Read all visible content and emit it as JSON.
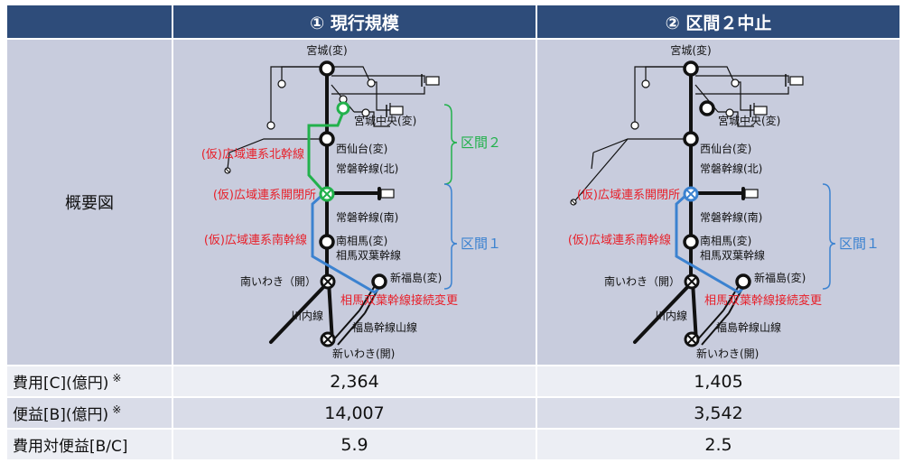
{
  "header": {
    "option1": "① 現行規模",
    "option2": "② 区間２中止"
  },
  "overview_label": "概要図",
  "metrics": [
    {
      "label": "費用[C](億円)",
      "note": "※",
      "option1": "2,364",
      "option2": "1,405"
    },
    {
      "label": "便益[B](億円)",
      "note": "※",
      "option1": "14,007",
      "option2": "3,542"
    },
    {
      "label": "費用対便益[B/C]",
      "note": "",
      "option1": "5.9",
      "option2": "2.5"
    }
  ],
  "diagram1": {
    "miyagi": "宮城(変)",
    "miyagi_chuo": "宮城中央(変)",
    "nishisendai": "西仙台(変)",
    "joban_north": "常磐幹線(北)",
    "joban_south": "常磐幹線(南)",
    "minamisoma": "南相馬(変)",
    "soso_trunk": "相馬双葉幹線",
    "shinfukushima": "新福島(変)",
    "minamiiwaki": "南いわき（開）",
    "sendai_line": "川内線",
    "fukushima_yama": "福島幹線山線",
    "shiniwaki": "新いわき(開)",
    "kou_north": "(仮)広域連系北幹線",
    "kou_switch": "(仮)広域連系開閉所",
    "kou_south": "(仮)広域連系南幹線",
    "change": "相馬双葉幹線接続変更",
    "section2": "区間２",
    "section1": "区間１"
  },
  "diagram2": {
    "miyagi": "宮城(変)",
    "miyagi_chuo": "宮城中央(変)",
    "nishisendai": "西仙台(変)",
    "joban_north": "常磐幹線(北)",
    "joban_south": "常磐幹線(南)",
    "minamisoma": "南相馬(変)",
    "soso_trunk": "相馬双葉幹線",
    "shinfukushima": "新福島(変)",
    "minamiiwaki": "南いわき（開）",
    "sendai_line": "川内線",
    "fukushima_yama": "福島幹線山線",
    "shiniwaki": "新いわき(開)",
    "kou_switch": "(仮)広域連系開閉所",
    "kou_south": "(仮)広域連系南幹線",
    "change": "相馬双葉幹線接続変更",
    "section1": "区間１"
  },
  "colors": {
    "header_bg": "#2e4c7a",
    "cell_bg": "#c8ccdd",
    "row_light": "#eceef4",
    "row_dark": "#d9dce8",
    "new_line_green": "#22b14c",
    "new_line_blue": "#3b82d0",
    "label_red": "#e8202a"
  }
}
